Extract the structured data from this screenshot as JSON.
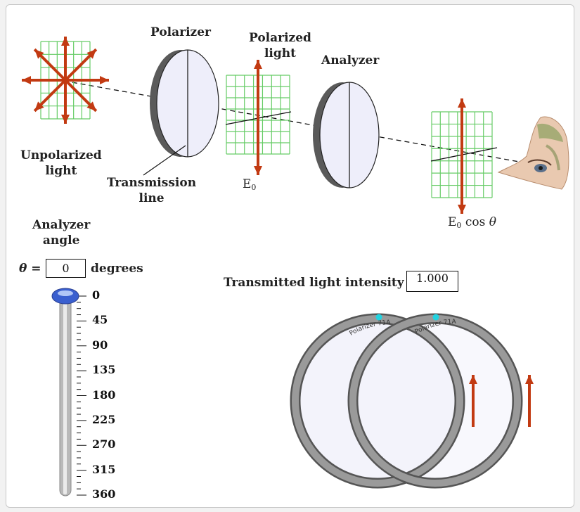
{
  "labels": {
    "polarizer": "Polarizer",
    "polarized_light_1": "Polarized",
    "polarized_light_2": "light",
    "analyzer": "Analyzer",
    "unpolarized_1": "Unpolarized",
    "unpolarized_2": "light",
    "transmission_1": "Transmission",
    "transmission_2": "line",
    "e0": "E",
    "e0_sub": "0",
    "e0_cos": "cos",
    "theta": "θ"
  },
  "control": {
    "title_1": "Analyzer",
    "title_2": "angle",
    "theta_label": "θ =",
    "angle_value": "0",
    "unit": "degrees",
    "slider_value_degrees": 0,
    "ticks": [
      "0",
      "45",
      "90",
      "135",
      "180",
      "225",
      "270",
      "315",
      "360"
    ]
  },
  "intensity": {
    "label": "Transmitted light intensity",
    "value": "1.000"
  },
  "rings": {
    "left_text": "Polarizer  71A",
    "right_text": "Polarizer  71A"
  },
  "colors": {
    "arrow": "#c23a12",
    "grid": "#66cc66",
    "lens_face": "#eeeefa",
    "lens_edge": "#5a5a5a",
    "ring": "#7a7a7a",
    "knob": "#3a5fcf",
    "marker": "#22d3e0"
  }
}
